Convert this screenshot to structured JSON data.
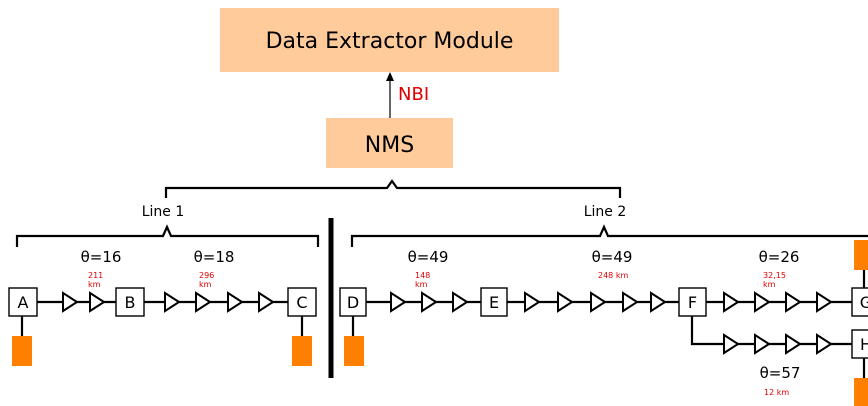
{
  "colors": {
    "module_fill": "#ffcb9a",
    "nms_fill": "#ffcb9a",
    "terminal": "#ff7f00",
    "nbi_text": "#e00000",
    "distance_text": "#e00000",
    "line": "#000000"
  },
  "modules": {
    "data_extractor": "Data Extractor Module",
    "nms": "NMS",
    "interface": "NBI"
  },
  "lines": {
    "line1": "Line 1",
    "line2": "Line 2"
  },
  "nodes": {
    "A": "A",
    "B": "B",
    "C": "C",
    "D": "D",
    "E": "E",
    "F": "F",
    "G": "G",
    "H": "H"
  },
  "spans": {
    "ab": {
      "theta": "θ=16",
      "distance": "211\nkm"
    },
    "bc": {
      "theta": "θ=18",
      "distance": "296\nkm"
    },
    "de": {
      "theta": "θ=49",
      "distance": "148\nkm"
    },
    "ef": {
      "theta": "θ=49",
      "distance": "248 km"
    },
    "fg": {
      "theta": "θ=26",
      "distance": "32,15\nkm"
    },
    "fh": {
      "theta": "θ=57",
      "distance": "12 km"
    }
  }
}
